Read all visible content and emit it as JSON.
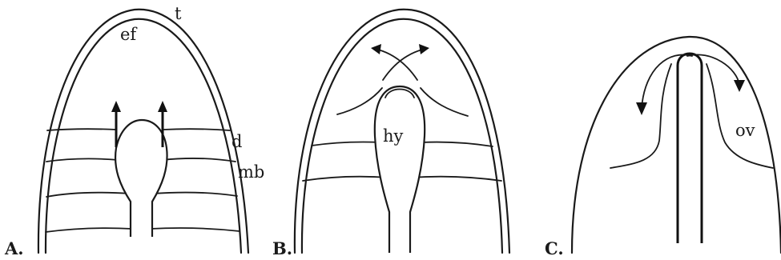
{
  "panels": [
    {
      "id": "A",
      "label": "A.",
      "annotations": {
        "t": "t",
        "ef": "ef",
        "d": "d",
        "mb": "mb"
      }
    },
    {
      "id": "B",
      "label": "B.",
      "annotations": {
        "hy": "hy"
      }
    },
    {
      "id": "C",
      "label": "C.",
      "annotations": {
        "ov": "ov"
      }
    }
  ]
}
